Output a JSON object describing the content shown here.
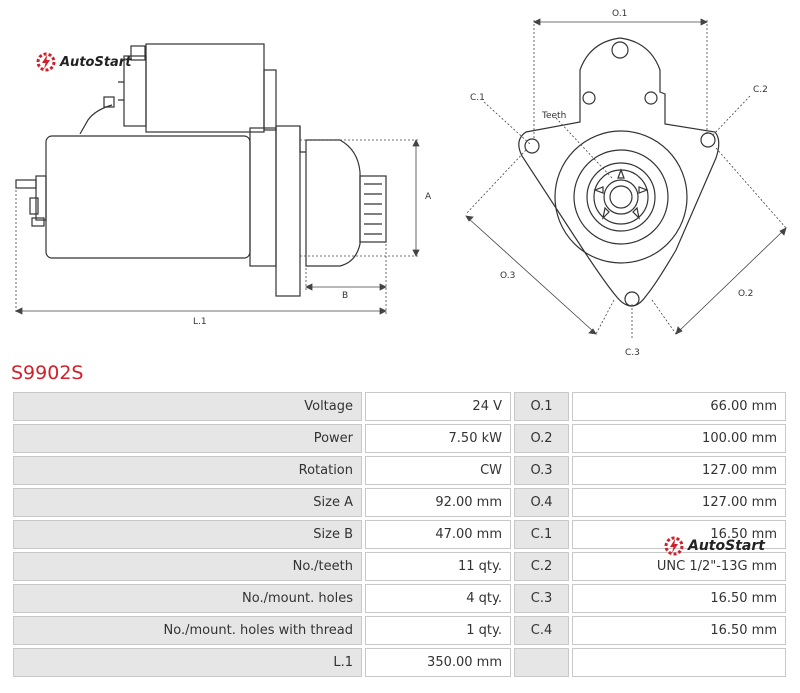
{
  "brand": {
    "name": "AutoStart"
  },
  "product": {
    "code": "S9902S"
  },
  "side_view": {
    "dim_labels": [
      "A",
      "B",
      "L.1"
    ]
  },
  "front_view": {
    "dim_labels": [
      "O.1",
      "C.1",
      "C.2",
      "Teeth",
      "O.3",
      "O.2",
      "C.3"
    ]
  },
  "specs": [
    {
      "label": "Voltage",
      "value": "24 V",
      "dim": "O.1",
      "dim_value": "66.00 mm"
    },
    {
      "label": "Power",
      "value": "7.50 kW",
      "dim": "O.2",
      "dim_value": "100.00 mm"
    },
    {
      "label": "Rotation",
      "value": "CW",
      "dim": "O.3",
      "dim_value": "127.00 mm"
    },
    {
      "label": "Size A",
      "value": "92.00 mm",
      "dim": "O.4",
      "dim_value": "127.00 mm"
    },
    {
      "label": "Size B",
      "value": "47.00 mm",
      "dim": "C.1",
      "dim_value": "16.50 mm"
    },
    {
      "label": "No./teeth",
      "value": "11 qty.",
      "dim": "C.2",
      "dim_value": "UNC 1/2\"-13G mm"
    },
    {
      "label": "No./mount. holes",
      "value": "4 qty.",
      "dim": "C.3",
      "dim_value": "16.50 mm"
    },
    {
      "label": "No./mount. holes with thread",
      "value": "1 qty.",
      "dim": "C.4",
      "dim_value": "16.50 mm"
    },
    {
      "label": "L.1",
      "value": "350.00 mm",
      "dim": "",
      "dim_value": ""
    }
  ],
  "colors": {
    "accent": "#d0202a",
    "line": "#333333",
    "cell_key": "#e6e6e6"
  }
}
